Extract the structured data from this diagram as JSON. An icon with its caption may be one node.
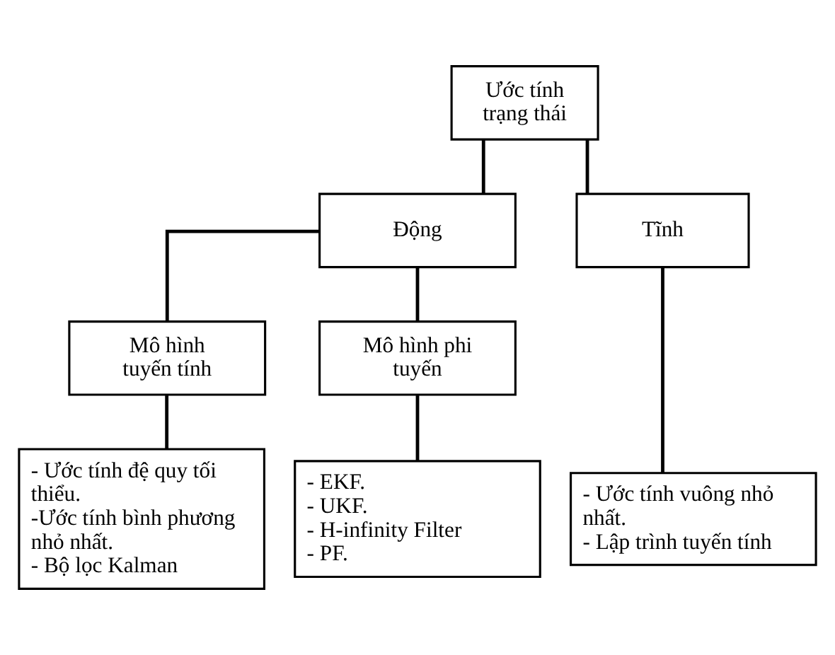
{
  "diagram": {
    "nodes": [
      {
        "text": [
          "Ước tính trạng thái"
        ]
      },
      {
        "text": [
          "Động"
        ]
      },
      {
        "text": [
          "Tĩnh"
        ]
      },
      {
        "text": [
          "Mô hình tuyến tính"
        ]
      },
      {
        "text": [
          "Mô hình phi tuyến"
        ]
      },
      {
        "text": [
          "- Ước tính đệ quy tối thiểu.",
          "-Ước tính bình phương nhỏ nhất.",
          "- Bộ lọc Kalman"
        ]
      },
      {
        "text": [
          "- EKF.",
          "- UKF.",
          "- H-infinity Filter",
          "- PF."
        ]
      },
      {
        "text": [
          "- Ước tính vuông nhỏ nhất.",
          "- Lập trình tuyến tính"
        ]
      }
    ],
    "edges": [
      {
        "from": 0,
        "to": 1,
        "arrow": "none"
      },
      {
        "from": 0,
        "to": 2,
        "arrow": "none"
      },
      {
        "from": 1,
        "to": 3,
        "arrow": "none"
      },
      {
        "from": 1,
        "to": 4,
        "arrow": "none"
      },
      {
        "from": 3,
        "to": 5,
        "arrow": "none"
      },
      {
        "from": 4,
        "to": 6,
        "arrow": "none"
      },
      {
        "from": 2,
        "to": 7,
        "arrow": "none"
      }
    ]
  }
}
